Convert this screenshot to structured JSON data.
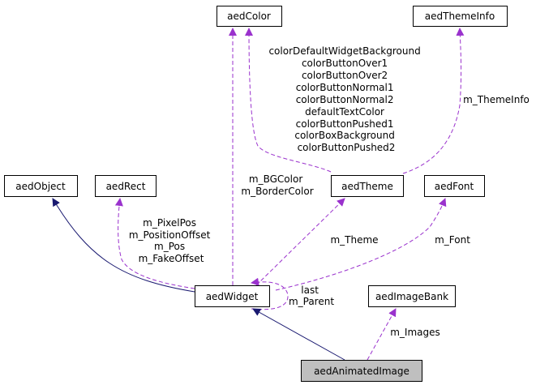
{
  "colors": {
    "usage_edge": "#9a32cd",
    "inheritance_edge": "#191970",
    "focus_node_fill": "#bfbfbf"
  },
  "nodes": {
    "aedColor": "aedColor",
    "aedThemeInfo": "aedThemeInfo",
    "aedObject": "aedObject",
    "aedRect": "aedRect",
    "aedTheme": "aedTheme",
    "aedFont": "aedFont",
    "aedWidget": "aedWidget",
    "aedImageBank": "aedImageBank",
    "aedAnimatedImage": "aedAnimatedImage"
  },
  "edge_labels": {
    "theme_to_color": [
      "colorDefaultWidgetBackground",
      "colorButtonOver1",
      "colorButtonOver2",
      "colorButtonNormal1",
      "colorButtonNormal2",
      "defaultTextColor",
      "colorButtonPushed1",
      "colorBoxBackground",
      "colorButtonPushed2"
    ],
    "theme_to_themeinfo": [
      "m_ThemeInfo"
    ],
    "widget_to_color": [
      "m_BGColor",
      "m_BorderColor"
    ],
    "widget_to_rect": [
      "m_PixelPos",
      "m_PositionOffset",
      "m_Pos",
      "m_FakeOffset"
    ],
    "widget_to_theme": [
      "m_Theme"
    ],
    "widget_to_font": [
      "m_Font"
    ],
    "widget_to_widget": [
      "last",
      "m_Parent"
    ],
    "animated_to_imagebank": [
      "m_Images"
    ]
  }
}
